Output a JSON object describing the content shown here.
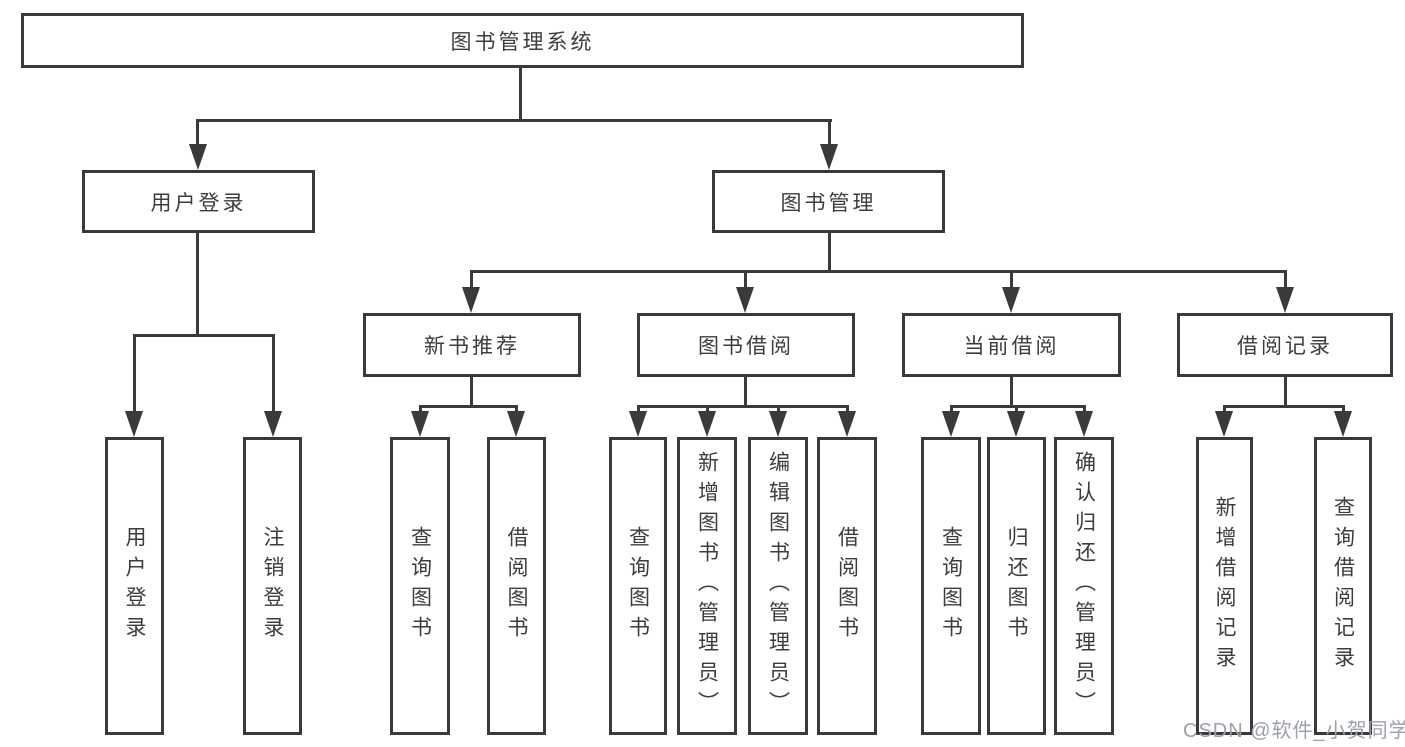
{
  "tree": {
    "label": "图书管理系统",
    "children": [
      {
        "label": "用户登录",
        "children": [
          {
            "label": "用户登录"
          },
          {
            "label": "注销登录"
          }
        ]
      },
      {
        "label": "图书管理",
        "children": [
          {
            "label": "新书推荐",
            "children": [
              {
                "label": "查询图书"
              },
              {
                "label": "借阅图书"
              }
            ]
          },
          {
            "label": "图书借阅",
            "children": [
              {
                "label": "查询图书"
              },
              {
                "label": "新增图书（管理员）"
              },
              {
                "label": "编辑图书（管理员）"
              },
              {
                "label": "借阅图书"
              }
            ]
          },
          {
            "label": "当前借阅",
            "children": [
              {
                "label": "查询图书"
              },
              {
                "label": "归还图书"
              },
              {
                "label": "确认归还（管理员）"
              }
            ]
          },
          {
            "label": "借阅记录",
            "children": [
              {
                "label": "新增借阅记录"
              },
              {
                "label": "查询借阅记录"
              }
            ]
          }
        ]
      }
    ]
  },
  "watermark": {
    "text": "CSDN @软件_小贺同学"
  },
  "colors": {
    "line": "#3a3a3a",
    "text": "#3d3d3d",
    "watermark": "#9ba1a8",
    "background": "#ffffff"
  }
}
